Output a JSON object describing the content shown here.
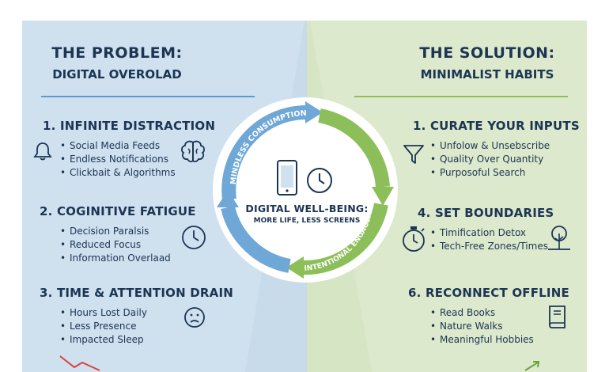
{
  "problem": {
    "title": "THE PROBLEM:",
    "subtitle": "DIGITAL OVEROLAD",
    "sections": [
      {
        "heading": "1. INFINITE DISTRACTION",
        "items": [
          "Social Media Feeds",
          "Endless Notifications",
          "Clickbait & Algorithms"
        ],
        "left_icon": "bell-icon",
        "right_icon": "brain-icon"
      },
      {
        "heading": "2. COGINITIVE FATIGUE",
        "items": [
          "Decision Paralsis",
          "Reduced Focus",
          "Information Overlaad"
        ],
        "right_icon": "clock-icon"
      },
      {
        "heading": "3. TIME & ATTENTION DRAIN",
        "items": [
          "Hours Lost Daily",
          "Less Presence",
          "Impacted Sleep"
        ],
        "right_icon": "sad-face-icon"
      }
    ],
    "accent": "#4e8fc7"
  },
  "solution": {
    "title": "THE SOLUTION:",
    "subtitle": "MINIMALIST HABITS",
    "sections": [
      {
        "heading": "1. CURATE YOUR INPUTS",
        "items": [
          "Unfolow & Unsebscribe",
          "Quality Over Quantity",
          "Purposoful Search"
        ],
        "left_icon": "funnel-icon"
      },
      {
        "heading": "4. SET BOUNDARIES",
        "items": [
          "Timification Detox",
          "Tech-Free Zones/Times"
        ],
        "left_icon": "stopwatch-icon",
        "right_icon": "tree-icon"
      },
      {
        "heading": "6. RECONNECT OFFLINE",
        "items": [
          "Read Books",
          "Nature Walks",
          "Meaningful Hobbies"
        ],
        "right_icon": "book-icon"
      }
    ],
    "accent": "#8cbf5a"
  },
  "cycle": {
    "top_arc_label": "MINDLESS CONSUMPTION",
    "bottom_arc_label": "INTENTIONAL ENGAGEMENT",
    "center_title": "DIGITAL WELL-BEING:",
    "center_subtitle": "MORE LIFE, LESS SCREENS",
    "blue": "#6fa7d6",
    "green": "#8cbf5a",
    "icons": [
      "phone-icon",
      "clock-icon"
    ]
  }
}
